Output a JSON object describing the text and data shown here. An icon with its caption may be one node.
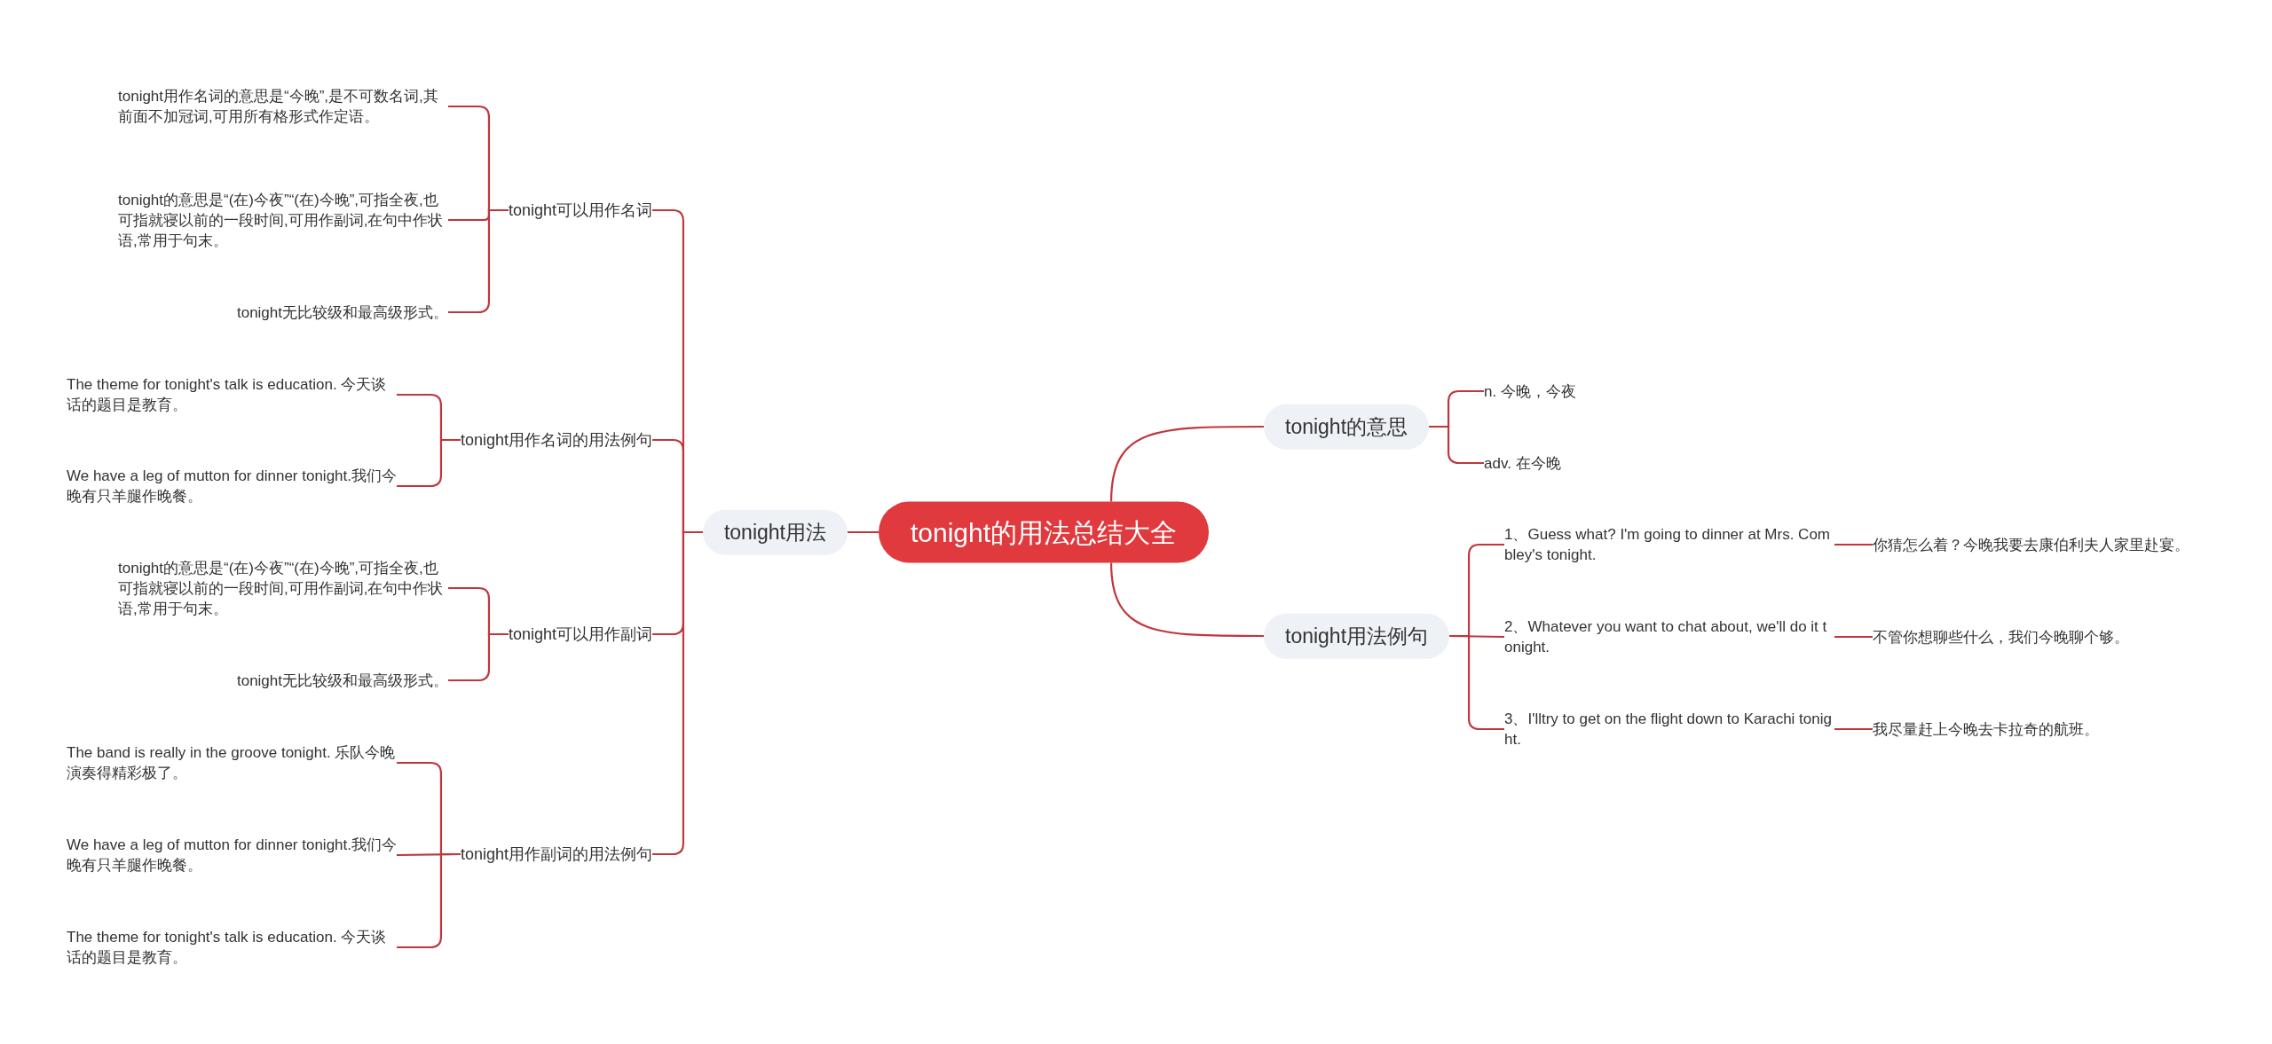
{
  "diagram": {
    "nodes": [
      {
        "text": [
          "tonight的用法总结大全"
        ]
      },
      {
        "text": [
          "tonight用法"
        ]
      },
      {
        "text": [
          "tonight可以用作名词"
        ]
      },
      {
        "text": [
          "tonight用作名词的意思是“今晚”,是不可数名词,其前面不加冠词,可用所有格形式作定语。"
        ]
      },
      {
        "text": [
          "tonight的意思是“(在)今夜”“(在)今晚”,可指全夜,也可指就寝以前的一段时间,可用作副词,在句中作状语,常用于句末。"
        ]
      },
      {
        "text": [
          "tonight无比较级和最高级形式。"
        ]
      },
      {
        "text": [
          "tonight用作名词的用法例句"
        ]
      },
      {
        "text": [
          "The theme for tonight's talk is education. 今天谈话的题目是教育。"
        ]
      },
      {
        "text": [
          "We have a leg of mutton for dinner tonight.我们今晚有只羊腿作晚餐。"
        ]
      },
      {
        "text": [
          "tonight可以用作副词"
        ]
      },
      {
        "text": [
          "tonight的意思是“(在)今夜”“(在)今晚”,可指全夜,也可指就寝以前的一段时间,可用作副词,在句中作状语,常用于句末。"
        ]
      },
      {
        "text": [
          "tonight无比较级和最高级形式。"
        ]
      },
      {
        "text": [
          "tonight用作副词的用法例句"
        ]
      },
      {
        "text": [
          "The band is really in the groove tonight. 乐队今晚演奏得精彩极了。"
        ]
      },
      {
        "text": [
          "We have a leg of mutton for dinner tonight.我们今晚有只羊腿作晚餐。"
        ]
      },
      {
        "text": [
          "The theme for tonight's talk is education. 今天谈话的题目是教育。"
        ]
      },
      {
        "text": [
          "tonight的意思"
        ]
      },
      {
        "text": [
          "n. 今晚，今夜"
        ]
      },
      {
        "text": [
          "adv. 在今晚"
        ]
      },
      {
        "text": [
          "tonight用法例句"
        ]
      },
      {
        "text": [
          "1、Guess what? I'm going to dinner at Mrs. Combley's tonight."
        ]
      },
      {
        "text": [
          "你猜怎么着？今晚我要去康伯利夫人家里赴宴。"
        ]
      },
      {
        "text": [
          "2、Whatever you want to chat about, we'll do it tonight."
        ]
      },
      {
        "text": [
          "不管你想聊些什么，我们今晚聊个够。"
        ]
      },
      {
        "text": [
          "3、I'lltry to get on the flight down to Karachi tonight."
        ]
      },
      {
        "text": [
          "我尽量赶上今晚去卡拉奇的航班。"
        ]
      }
    ],
    "edges": [
      {
        "from": 0,
        "to": 1,
        "arrow": "none"
      },
      {
        "from": 0,
        "to": 16,
        "arrow": "none"
      },
      {
        "from": 0,
        "to": 19,
        "arrow": "none"
      },
      {
        "from": 1,
        "to": 2,
        "arrow": "none"
      },
      {
        "from": 1,
        "to": 6,
        "arrow": "none"
      },
      {
        "from": 1,
        "to": 9,
        "arrow": "none"
      },
      {
        "from": 1,
        "to": 12,
        "arrow": "none"
      },
      {
        "from": 2,
        "to": 3,
        "arrow": "none"
      },
      {
        "from": 2,
        "to": 4,
        "arrow": "none"
      },
      {
        "from": 2,
        "to": 5,
        "arrow": "none"
      },
      {
        "from": 6,
        "to": 7,
        "arrow": "none"
      },
      {
        "from": 6,
        "to": 8,
        "arrow": "none"
      },
      {
        "from": 9,
        "to": 10,
        "arrow": "none"
      },
      {
        "from": 9,
        "to": 11,
        "arrow": "none"
      },
      {
        "from": 12,
        "to": 13,
        "arrow": "none"
      },
      {
        "from": 12,
        "to": 14,
        "arrow": "none"
      },
      {
        "from": 12,
        "to": 15,
        "arrow": "none"
      },
      {
        "from": 16,
        "to": 17,
        "arrow": "none"
      },
      {
        "from": 16,
        "to": 18,
        "arrow": "none"
      },
      {
        "from": 19,
        "to": 20,
        "arrow": "none"
      },
      {
        "from": 19,
        "to": 22,
        "arrow": "none"
      },
      {
        "from": 19,
        "to": 24,
        "arrow": "none"
      },
      {
        "from": 20,
        "to": 21,
        "arrow": "none"
      },
      {
        "from": 22,
        "to": 23,
        "arrow": "none"
      },
      {
        "from": 24,
        "to": 25,
        "arrow": "none"
      }
    ]
  }
}
